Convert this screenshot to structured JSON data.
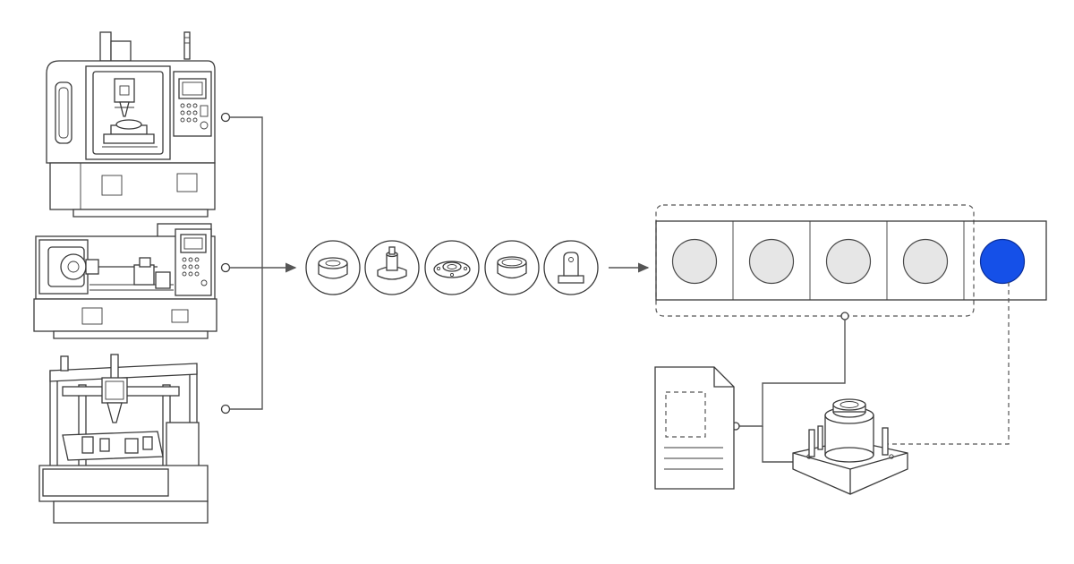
{
  "diagram": {
    "slot_count": 5,
    "highlighted_slot": 5,
    "colors": {
      "line": "#3a3a3a",
      "empty_slot": "#e6e6e6",
      "active_slot": "#1550e8",
      "background": "#ffffff"
    },
    "machines": [
      {
        "id": "cnc-milling-machine",
        "icon": "cnc-milling-machine-icon"
      },
      {
        "id": "cnc-lathe",
        "icon": "cnc-lathe-icon"
      },
      {
        "id": "gantry-router",
        "icon": "gantry-router-icon"
      }
    ],
    "parts": [
      {
        "icon": "bushing-part-icon"
      },
      {
        "icon": "shaft-part-icon"
      },
      {
        "icon": "flange-part-icon"
      },
      {
        "icon": "ring-part-icon"
      },
      {
        "icon": "bracket-part-icon"
      }
    ],
    "outputs": [
      {
        "icon": "document-icon"
      },
      {
        "icon": "fixture-jig-icon"
      }
    ]
  }
}
